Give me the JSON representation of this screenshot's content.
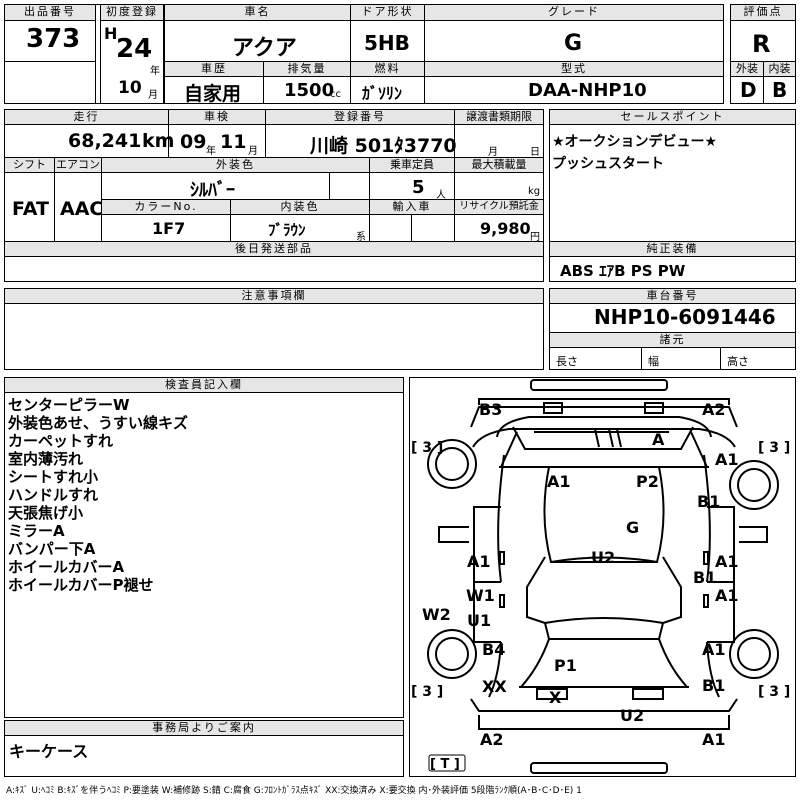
{
  "header": {
    "lot_no_label": "出品番号",
    "lot_no": "373",
    "first_reg_label": "初度登録",
    "era": "H",
    "year": "24",
    "year_unit": "年",
    "month": "10",
    "month_unit": "月",
    "car_name_label": "車名",
    "car_name": "アクア",
    "door_label": "ドア形状",
    "door": "5HB",
    "grade_label": "グレード",
    "grade": "G",
    "score_label": "評価点",
    "score": "R",
    "history_label": "車歴",
    "history": "自家用",
    "displacement_label": "排気量",
    "displacement": "1500",
    "cc_unit": "cc",
    "fuel_label": "燃料",
    "fuel": "ｶﾞｿﾘﾝ",
    "model_label": "型式",
    "model": "DAA-NHP10",
    "exterior_label": "外装",
    "exterior": "D",
    "interior_label": "内装",
    "interior": "B"
  },
  "row2": {
    "mileage_label": "走行",
    "mileage": "68,241",
    "km_unit": "km",
    "inspection_label": "車検",
    "insp_year": "09",
    "insp_year_unit": "年",
    "insp_month": "11",
    "insp_month_unit": "月",
    "reg_no_label": "登録番号",
    "reg_no": "川崎 501ﾀ3770",
    "transfer_label": "譲渡書類期限",
    "transfer_month_unit": "月",
    "transfer_day_unit": "日",
    "shift_label": "シフト",
    "shift": "FAT",
    "ac_label": "エアコン",
    "ac": "AAC",
    "ext_color_label": "外装色",
    "ext_color": "ｼﾙﾊﾞｰ",
    "capacity_label": "乗車定員",
    "capacity": "5",
    "capacity_unit": "人",
    "max_load_label": "最大積載量",
    "max_load_unit": "kg",
    "color_no_label": "カラーNo.",
    "color_no": "1F7",
    "int_color_label": "内装色",
    "int_color": "ﾌﾞﾗｳﾝ",
    "int_color_unit": "系",
    "import_label": "輸入車",
    "recycle_label": "リサイクル預託金",
    "recycle": "9,980",
    "recycle_unit": "円",
    "later_parts_label": "後日発送部品"
  },
  "sales": {
    "label": "セールスポイント",
    "line1": "★オークションデビュー★",
    "line2": "プッシュスタート"
  },
  "equipment": {
    "label": "純正装備",
    "value": "ABS ｴｱB PS PW"
  },
  "caution": {
    "label": "注意事項欄"
  },
  "chassis": {
    "label": "車台番号",
    "value": "NHP10-6091446",
    "dims_label": "諸元",
    "length_label": "長さ",
    "width_label": "幅",
    "height_label": "高さ"
  },
  "inspector": {
    "label": "検査員記入欄",
    "lines": [
      "センターピラーW",
      "外装色あせ、うすい線キズ",
      "カーペットすれ",
      "室内薄汚れ",
      "シートすれ小",
      "ハンドルすれ",
      "天張焦げ小",
      "ミラーA",
      "バンパー下A",
      "ホイールカバーA",
      "ホイールカバーP褪せ"
    ]
  },
  "office": {
    "label": "事務局よりご案内",
    "note": "キーケース"
  },
  "diagram": {
    "b3": "B3",
    "a2_top": "A2",
    "a_roof": "A",
    "a1_hood_r": "A1",
    "a1_front": "A1",
    "p2": "P2",
    "b1_fender": "B1",
    "g_glass": "G",
    "u2_roof": "U2",
    "a1_door_l": "A1",
    "a1_door_r": "A1",
    "b1_door_r": "B1",
    "w1": "W1",
    "u1": "U1",
    "a1_rdoor_r": "A1",
    "w2": "W2",
    "b4": "B4",
    "a1_rq_r": "A1",
    "p1": "P1",
    "xx": "XX",
    "x_plate": "X",
    "b1_rear_r": "B1",
    "u2_bumper": "U2",
    "a2_bottom": "A2",
    "a1_bottom": "A1",
    "tire_tl": "[ 3 ]",
    "tire_tr": "[ 3 ]",
    "tire_bl": "[ 3 ]",
    "tire_br": "[ 3 ]",
    "spare": "[ T ]"
  },
  "legend": "A:ｷｽﾞ U:ﾍｺﾐ B:ｷｽﾞを伴うﾍｺﾐ P:要塗装 W:補修跡 S:錆 C:腐食 G:ﾌﾛﾝﾄｶﾞﾗｽ点ｷｽﾞ XX:交換済み X:要交換 内･外装評価 5段階ﾗﾝｸ順(A･B･C･D･E) 1"
}
